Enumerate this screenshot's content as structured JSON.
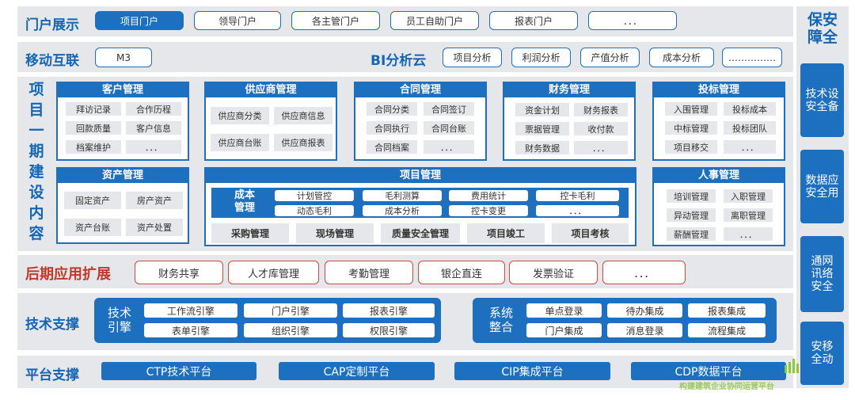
{
  "portal": {
    "title": "门户展示",
    "items": [
      "项目门户",
      "领导门户",
      "各主管门户",
      "员工自助门户",
      "报表门户",
      "．．．"
    ]
  },
  "mobile": {
    "title": "移动互联",
    "item": "M3"
  },
  "bi": {
    "title": "BI分析云",
    "items": [
      "项目分析",
      "利润分析",
      "产值分析",
      "成本分析",
      "……………"
    ]
  },
  "phase_title_chars": [
    "项",
    "目",
    "一",
    "期",
    "建",
    "设",
    "内",
    "容"
  ],
  "modules": {
    "customer": {
      "title": "客户管理",
      "items": [
        "拜访记录",
        "合作历程",
        "回款质量",
        "客户信息",
        "档案维护",
        "．．．"
      ]
    },
    "supplier": {
      "title": "供应商管理",
      "items": [
        "供应商分类",
        "供应商信息",
        "供应商台账",
        "供应商报表"
      ]
    },
    "contract": {
      "title": "合同管理",
      "items": [
        "合同分类",
        "合同签订",
        "合同执行",
        "合同台账",
        "合同档案",
        "．．．"
      ]
    },
    "finance": {
      "title": "财务管理",
      "items": [
        "资金计划",
        "财务报表",
        "票据管理",
        "收付款",
        "财务数据",
        "．．．"
      ]
    },
    "bidding": {
      "title": "投标管理",
      "items": [
        "入围管理",
        "投标成本",
        "中标管理",
        "投标团队",
        "项目移交",
        "．．．"
      ]
    },
    "asset": {
      "title": "资产管理",
      "items": [
        "固定资产",
        "房产资产",
        "资产台账",
        "资产处置"
      ]
    },
    "project": {
      "title": "项目管理",
      "cost_label": "成本\n管理",
      "cost_items": [
        "计划管控",
        "毛利测算",
        "费用统计",
        "控卡毛利",
        "动态毛利",
        "成本分析",
        "控卡变更",
        "．．．"
      ],
      "bottom": [
        "采购管理",
        "现场管理",
        "质量安全管理",
        "项目竣工",
        "项目考核"
      ]
    },
    "hr": {
      "title": "人事管理",
      "items": [
        "培训管理",
        "入职管理",
        "异动管理",
        "离职管理",
        "薪酬管理",
        "．．．"
      ]
    }
  },
  "extension": {
    "title": "后期应用扩展",
    "items": [
      "财务共享",
      "人才库管理",
      "考勤管理",
      "银企直连",
      "发票验证",
      "．．．"
    ]
  },
  "tech": {
    "title": "技术支撑",
    "engine_label": "技术\n引擎",
    "engine_items": [
      "工作流引擎",
      "门户引擎",
      "报表引擎",
      "表单引擎",
      "组织引擎",
      "权限引擎"
    ],
    "integration_label": "系统\n整合",
    "integration_items": [
      "单点登录",
      "待办集成",
      "报表集成",
      "门户集成",
      "消息登录",
      "流程集成"
    ]
  },
  "platform": {
    "title": "平台支撑",
    "items": [
      "CTP技术平台",
      "CAP定制平台",
      "CIP集成平台",
      "CDP数据平台"
    ]
  },
  "security": {
    "title": "保安\n障全",
    "items": [
      "技术设\n安全备",
      "数据应\n安全用",
      "通网\n讯络\n安全",
      "安移\n全动"
    ]
  },
  "watermark": "构建建筑企业协同运营平台",
  "colors": {
    "primary": "#1d6fc0",
    "band": "#e6e7ea",
    "accent_red": "#d3473d"
  }
}
